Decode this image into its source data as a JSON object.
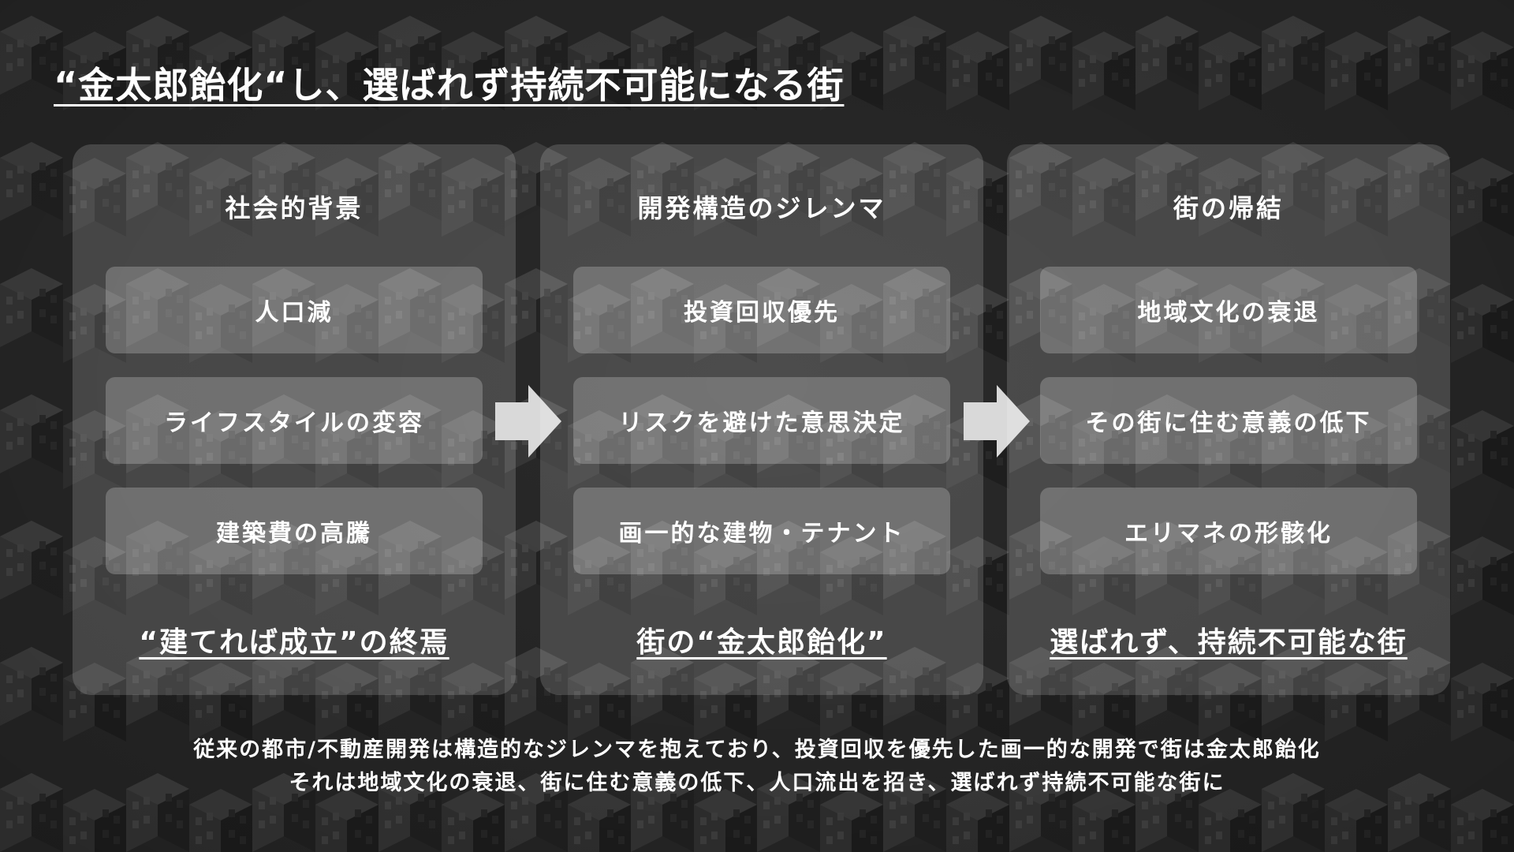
{
  "title": "“金太郎飴化“し、選ばれず持続不可能になる街",
  "columns": [
    {
      "heading": "社会的背景",
      "items": [
        "人口減",
        "ライフスタイルの変容",
        "建築費の高騰"
      ],
      "result": "“建てれば成立”の終焉"
    },
    {
      "heading": "開発構造のジレンマ",
      "items": [
        "投資回収優先",
        "リスクを避けた意思決定",
        "画一的な建物・テナント"
      ],
      "result": "街の“金太郎飴化”"
    },
    {
      "heading": "街の帰結",
      "items": [
        "地域文化の衰退",
        "その街に住む意義の低下",
        "エリマネの形骸化"
      ],
      "result": "選ばれず、持続不可能な街"
    }
  ],
  "arrows": [
    {
      "icon": "arrow-right-icon"
    },
    {
      "icon": "arrow-right-icon"
    }
  ],
  "summary": {
    "line1": "従来の都市/不動産開発は構造的なジレンマを抱えており、投資回収を優先した画一的な開発で街は金太郎飴化",
    "line2": "それは地域文化の衰退、街に住む意義の低下、人口流出を招き、選ばれず持続不可能な街に"
  },
  "colors": {
    "background": "#2b2b2b",
    "panel": "#ffffff29",
    "item": "#ffffff38",
    "text": "#ffffff",
    "arrow": "#d9d9d9"
  },
  "background_icon": "isometric-buildings-pattern"
}
